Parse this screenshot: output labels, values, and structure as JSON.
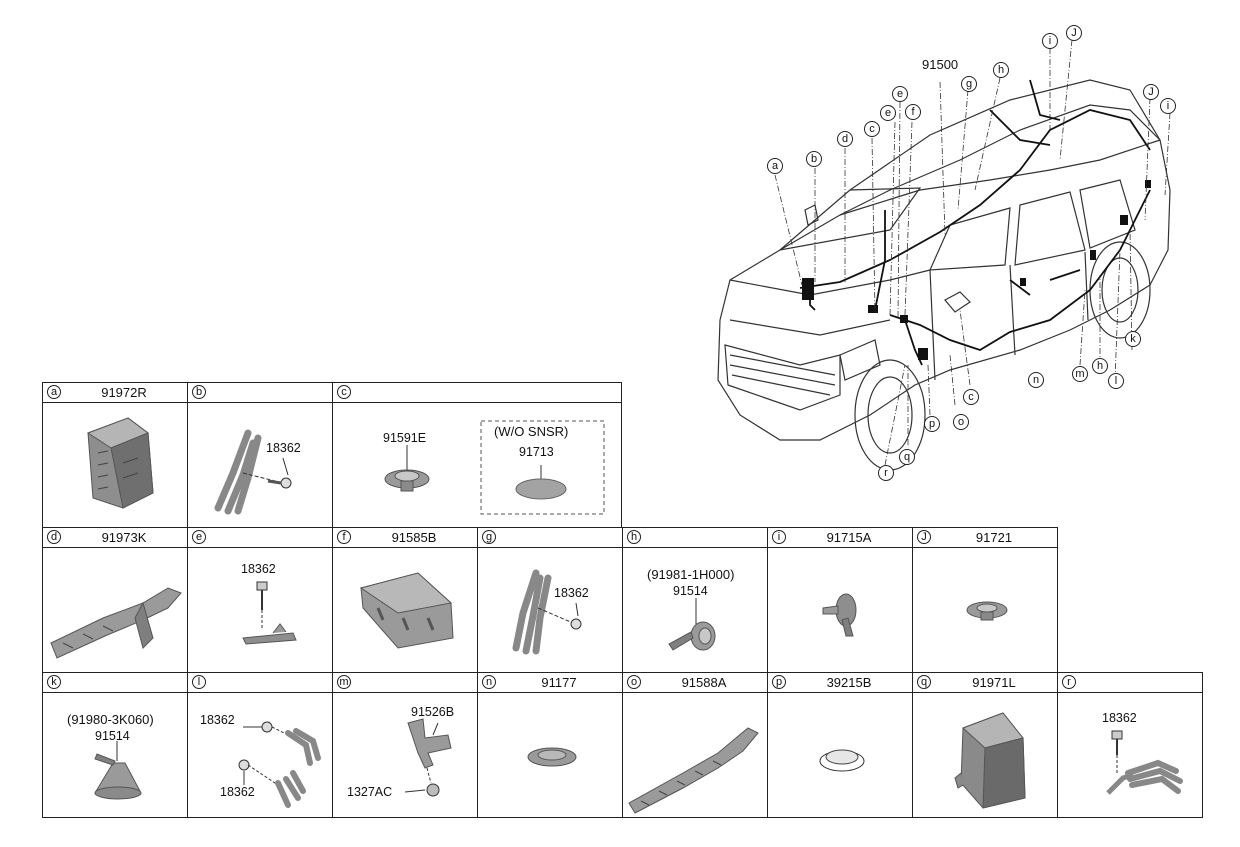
{
  "vehicle": {
    "main_part": "91500",
    "callouts": [
      {
        "id": "a",
        "letter": "a"
      },
      {
        "id": "b",
        "letter": "b"
      },
      {
        "id": "d",
        "letter": "d"
      },
      {
        "id": "c1",
        "letter": "c"
      },
      {
        "id": "e1",
        "letter": "e"
      },
      {
        "id": "e2",
        "letter": "e"
      },
      {
        "id": "f",
        "letter": "f"
      },
      {
        "id": "g",
        "letter": "g"
      },
      {
        "id": "h1",
        "letter": "h"
      },
      {
        "id": "i1",
        "letter": "i"
      },
      {
        "id": "j1",
        "letter": "J"
      },
      {
        "id": "j2",
        "letter": "J"
      },
      {
        "id": "i2",
        "letter": "i"
      },
      {
        "id": "k",
        "letter": "k"
      },
      {
        "id": "m",
        "letter": "m"
      },
      {
        "id": "h2",
        "letter": "h"
      },
      {
        "id": "l",
        "letter": "l"
      },
      {
        "id": "c2",
        "letter": "c"
      },
      {
        "id": "n",
        "letter": "n"
      },
      {
        "id": "o",
        "letter": "o"
      },
      {
        "id": "p",
        "letter": "p"
      },
      {
        "id": "q",
        "letter": "q"
      },
      {
        "id": "r",
        "letter": "r"
      }
    ]
  },
  "cells": {
    "a": {
      "letter": "a",
      "part": "91972R"
    },
    "b": {
      "letter": "b",
      "part": "",
      "labels": [
        "18362"
      ]
    },
    "c": {
      "letter": "c",
      "part": "",
      "labels": [
        "91591E",
        "(W/O SNSR)",
        "91713"
      ]
    },
    "d": {
      "letter": "d",
      "part": "91973K"
    },
    "e": {
      "letter": "e",
      "part": "",
      "labels": [
        "18362"
      ]
    },
    "f": {
      "letter": "f",
      "part": "91585B"
    },
    "g": {
      "letter": "g",
      "part": "",
      "labels": [
        "18362"
      ]
    },
    "h": {
      "letter": "h",
      "part": "",
      "labels": [
        "(91981-1H000)",
        "91514"
      ]
    },
    "i": {
      "letter": "i",
      "part": "91715A"
    },
    "j": {
      "letter": "J",
      "part": "91721"
    },
    "k": {
      "letter": "k",
      "part": "",
      "labels": [
        "(91980-3K060)",
        "91514"
      ]
    },
    "l": {
      "letter": "l",
      "part": "",
      "labels": [
        "18362",
        "18362"
      ]
    },
    "m": {
      "letter": "m",
      "part": "",
      "labels": [
        "91526B",
        "1327AC"
      ]
    },
    "n": {
      "letter": "n",
      "part": "91177"
    },
    "o": {
      "letter": "o",
      "part": "91588A"
    },
    "p": {
      "letter": "p",
      "part": "39215B"
    },
    "q": {
      "letter": "q",
      "part": "91971L"
    },
    "r": {
      "letter": "r",
      "part": "",
      "labels": [
        "18362"
      ]
    }
  },
  "colors": {
    "line": "#222222",
    "part_fill": "#9a9a9a",
    "part_shade": "#6f6f6f",
    "part_light": "#c8c8c8"
  }
}
